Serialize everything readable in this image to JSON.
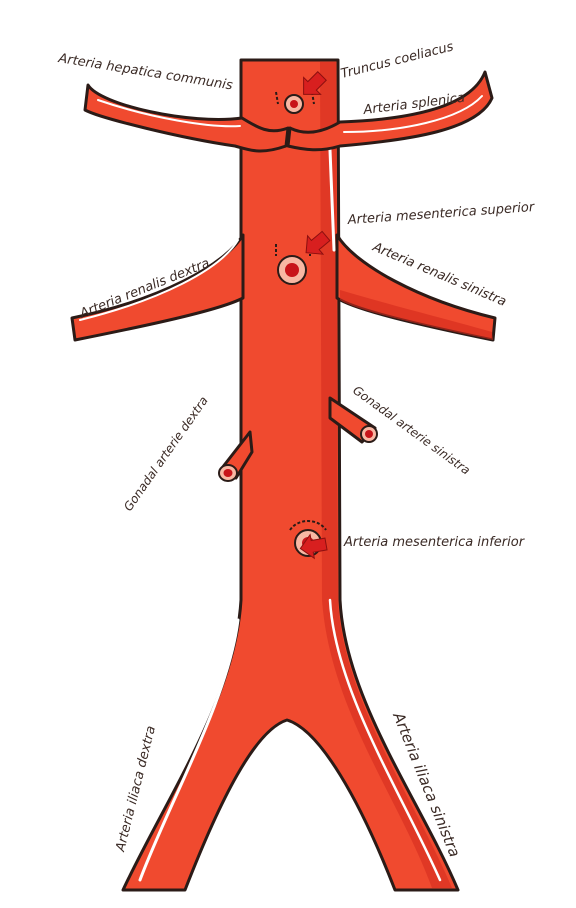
{
  "colors": {
    "artery": "#f04a2f",
    "outline": "#2b1b17",
    "shade": "#d42a1d",
    "highlight": "#ffffff",
    "ostium_ring": "#f8b7a3",
    "ostium_core": "#c8141a",
    "label_text": "#3a2a25"
  },
  "labels": {
    "hepatica": "Arteria hepatica communis",
    "coeliacus": "Truncus coeliacus",
    "splenica": "Arteria splenica",
    "mes_sup": "Arteria mesenterica superior",
    "renal_dextra": "Arteria renalis dextra",
    "renal_sinistra": "Arteria renalis sinistra",
    "gonadal_sinistra": "Gonadal arterie sinistra",
    "gonadal_dextra": "Gonadal arterie dextra",
    "mes_inf": "Arteria mesenterica inferior",
    "iliaca_dextra": "Arteria iliaca dextra",
    "iliaca_sinistra": "Arteria iliaca sinistra"
  },
  "icons": {
    "pointer": "arrow-pointer-icon"
  }
}
